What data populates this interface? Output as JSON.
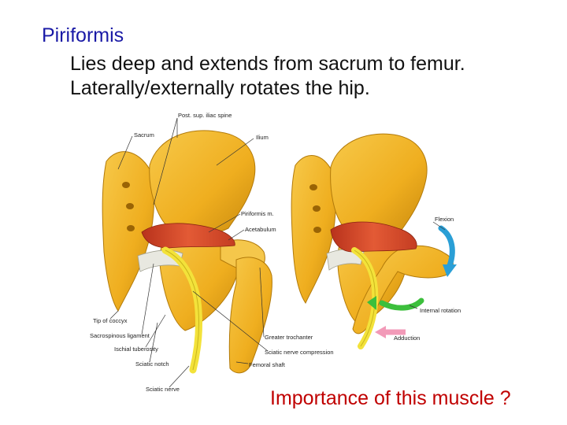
{
  "slide": {
    "title": "Piriformis",
    "bullets": [
      "Lies deep and extends from sacrum to femur.",
      "Laterally/externally rotates the hip."
    ],
    "question": "Importance of this muscle ?"
  },
  "figure_left": {
    "labels": {
      "post_sup_iliac_spine": "Post. sup. iliac spine",
      "sacrum": "Sacrum",
      "ilium": "Ilium",
      "piriformis": "Piriformis m.",
      "acetabulum": "Acetabulum",
      "tip_of_coccyx": "Tip of coccyx",
      "sacrospinous_ligament": "Sacrospinous ligament",
      "ischial_tuberosity": "Ischial tuberosity",
      "sciatic_notch": "Sciatic notch",
      "sciatic_nerve": "Sciatic nerve",
      "greater_trochanter": "Greater trochanter",
      "sciatic_nerve_compression": "Sciatic nerve compression",
      "femoral_shaft": "Femoral shaft"
    }
  },
  "figure_right": {
    "labels": {
      "flexion": "Flexion",
      "internal_rotation": "Internal rotation",
      "adduction": "Adduction"
    }
  },
  "colors": {
    "title": "#1a1aa6",
    "question": "#c00000",
    "bone": "#f0b323",
    "bone_shadow": "#c98a0e",
    "muscle": "#d9452b",
    "nerve": "#f3e23a",
    "ligament": "#e8e8e0",
    "flexion_arrow": "#2a9fd6",
    "rotation_arrow": "#3cbf3c",
    "adduction_arrow": "#f29ab8"
  }
}
